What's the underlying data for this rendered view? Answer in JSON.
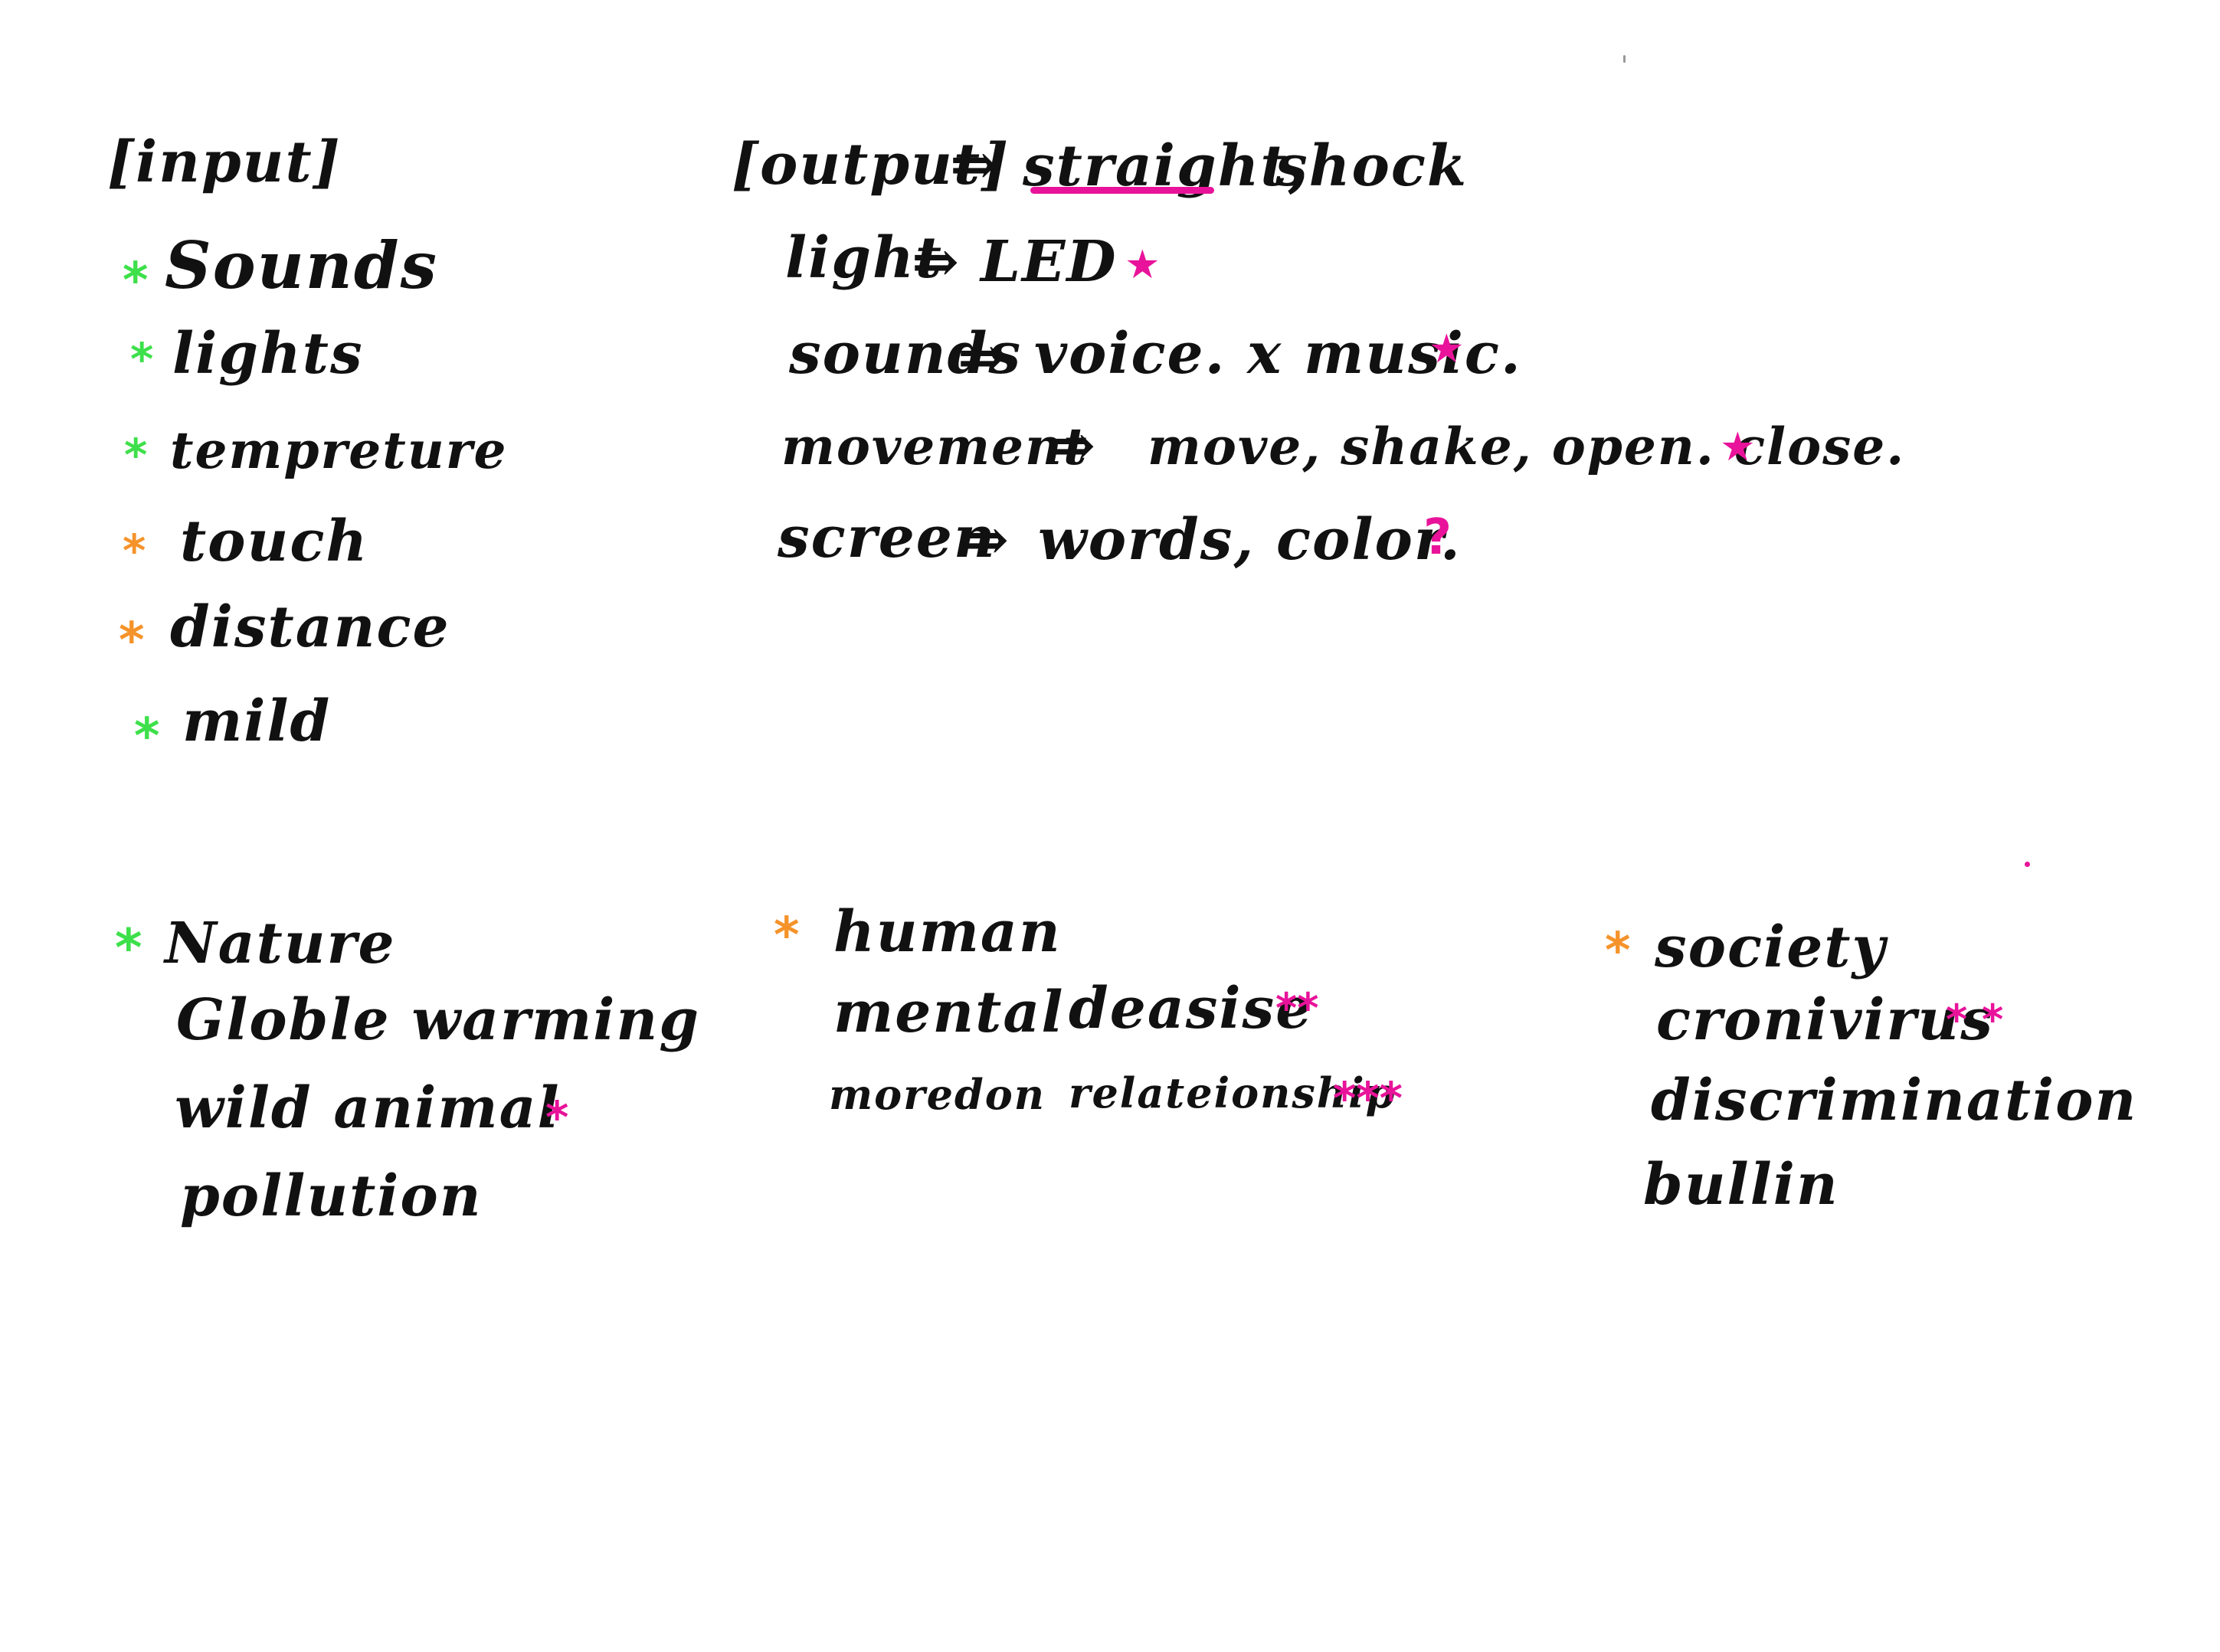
{
  "input": {
    "heading": "[input]",
    "items": [
      "Sounds",
      "lights",
      "tempreture",
      "touch",
      "distance",
      "mild"
    ],
    "markers": [
      "*",
      "*",
      "*",
      "*",
      "*",
      "*"
    ]
  },
  "output": {
    "heading": "[output]",
    "arrow": "⇒",
    "heading_options": [
      "straight,",
      "shock"
    ],
    "rows": [
      {
        "label": "light",
        "arrow": "⇒",
        "value": "LED",
        "mark": "★"
      },
      {
        "label": "sounds",
        "arrow": "⇒",
        "value": "voice. x music.",
        "mark": "★"
      },
      {
        "label": "movement",
        "arrow": "⇒",
        "value": "move, shake, open. close.",
        "mark": "★"
      },
      {
        "label": "screen",
        "arrow": "⇒",
        "value": "words, color.",
        "mark": "?"
      }
    ]
  },
  "topics": {
    "nature": {
      "marker": "*",
      "title": "Nature",
      "items": [
        "Globle warming",
        "wild animal",
        "pollution"
      ],
      "item_marks": [
        "",
        "*",
        ""
      ]
    },
    "human": {
      "marker": "*",
      "title": "human",
      "rows": [
        {
          "a": "mental",
          "b": "deasise",
          "mark": "**"
        },
        {
          "a": "moredon",
          "b": "relateionship",
          "mark": "***"
        }
      ]
    },
    "society": {
      "marker": "*",
      "title": "society",
      "items": [
        "cronivirus",
        "discrimination",
        "bullin"
      ],
      "item_marks": [
        "* *",
        "",
        ""
      ]
    }
  },
  "colors": {
    "green": "#3de04a",
    "orange": "#f5932a",
    "pink": "#e8139a",
    "ink": "#111111"
  }
}
